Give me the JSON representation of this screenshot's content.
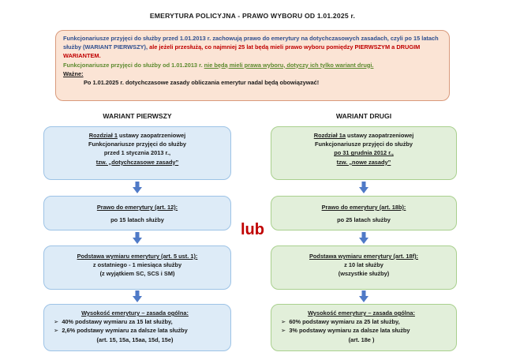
{
  "title": "EMERYTURA POLICYJNA  - PRAWO WYBORU OD 1.01.2025 r.",
  "intro": {
    "p1_blue": "Funkcjonariusze przyjęci do służby przed 1.01.2013 r. zachowują prawo do emerytury na dotychczasowych zasadach, czyli po 15 latach służby (WARIANT PIERWSZY),",
    "p1_red": " ale jeżeli przesłużą, co najmniej 25 lat będą mieli prawo wyboru pomiędzy PIERWSZYM a DRUGIM WARIANTEM.",
    "p2_plain": "Funkcjonariusze przyjęci do służby od 1.01.2013 r. ",
    "p2_green": "nie będą mieli prawa wyboru, dotyczy ich tylko wariant drugi.",
    "important_label": "Ważne:",
    "important_text": "Po 1.01.2025 r. dotychczasowe zasady obliczania emerytur nadal będą obowiązywać!"
  },
  "left": {
    "heading": "WARIANT PIERWSZY",
    "box1": {
      "line1_u": "Rozdział 1",
      "line1_rest": " ustawy zaopatrzeniowej",
      "line2": "Funkcjonariusze przyjęci do służby",
      "line3": "przed 1 stycznia 2013 r.,",
      "line4": "tzw. „dotychczasowe zasady”"
    },
    "box2": {
      "title": "Prawo do emerytury (art. 12):",
      "text": "po 15 latach służby"
    },
    "box3": {
      "title": "Podstawa wymiaru emerytury (art. 5 ust. 1):",
      "line1": "z ostatniego - 1 miesiąca służby",
      "line2": "(z wyjątkiem SC, SCS i SM)"
    },
    "box4": {
      "title": "Wysokość emerytury – zasada ogólna:",
      "item1": "40% podstawy wymiaru za 15 lat służby,",
      "item2": "2,6% podstawy wymiaru za dalsze lata służby",
      "item3": "(art. 15, 15a, 15aa, 15d, 15e)"
    }
  },
  "right": {
    "heading": "WARIANT DRUGI",
    "box1": {
      "line1_u": "Rozdział 1a",
      "line1_rest": " ustawy zaopatrzeniowej",
      "line2": "Funkcjonariusze przyjęci do służby",
      "line3": "po 31 grudnia 2012 r.,",
      "line4": "tzw. „nowe zasady”"
    },
    "box2": {
      "title": "Prawo do emerytury (art. 18b):",
      "text": "po 25 latach służby"
    },
    "box3": {
      "title": "Podstawa wymiaru emerytury (art. 18f):",
      "line1": "z 10 lat służby",
      "line2": "(wszystkie służby)"
    },
    "box4": {
      "title": "Wysokość emerytury – zasada ogólna:",
      "item1": "60% podstawy wymiaru za 25 lat służby,",
      "item2": "3% podstawy wymiaru za dalsze lata służby",
      "item3": "(art. 18e )"
    }
  },
  "or_label": "lub",
  "bullet": "➢",
  "colors": {
    "intro_bg": "#fbe4d5",
    "left_bg": "#ddebf7",
    "right_bg": "#e2efda",
    "red": "#c00000",
    "arrow": "#4f7ac7"
  }
}
